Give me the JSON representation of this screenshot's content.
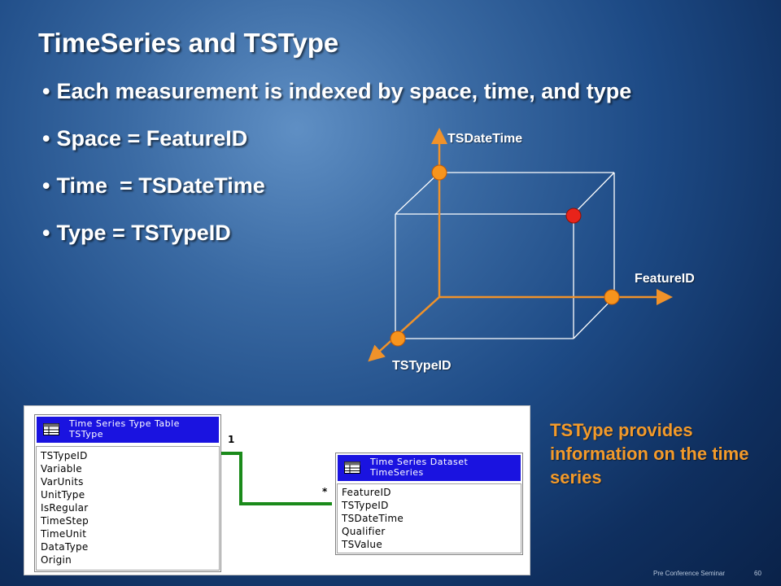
{
  "slide": {
    "title": "TimeSeries and TSType",
    "bullets": [
      "Each measurement is indexed by space, time, and type",
      "Space = FeatureID",
      "Time  = TSDateTime",
      "Type = TSTypeID"
    ]
  },
  "cube_diagram": {
    "axis_labels": {
      "vertical": "TSDateTime",
      "horizontal": "FeatureID",
      "depth": "TSTypeID"
    },
    "colors": {
      "axis": "#f0922a",
      "point": "#f7941d",
      "highlight_point": "#e8231a",
      "edge": "#ffffff"
    }
  },
  "schema": {
    "tstype_table": {
      "title_line1": "Time Series Type Table",
      "title_line2": "TSType",
      "fields": [
        "TSTypeID",
        "Variable",
        "VarUnits",
        "UnitType",
        "IsRegular",
        "TimeStep",
        "TimeUnit",
        "DataType",
        "Origin"
      ]
    },
    "timeseries_table": {
      "title_line1": "Time Series Dataset",
      "title_line2": "TimeSeries",
      "fields": [
        "FeatureID",
        "TSTypeID",
        "TSDateTime",
        "Qualifier",
        "TSValue"
      ]
    },
    "relationship": {
      "one_label": "1",
      "many_label": "*"
    },
    "colors": {
      "header": "#1a13e0",
      "link": "#1a8a1a"
    }
  },
  "callout": {
    "text": "TSType provides information on the time series"
  },
  "footer": {
    "seminar": "Pre Conference Seminar",
    "page": "60"
  }
}
